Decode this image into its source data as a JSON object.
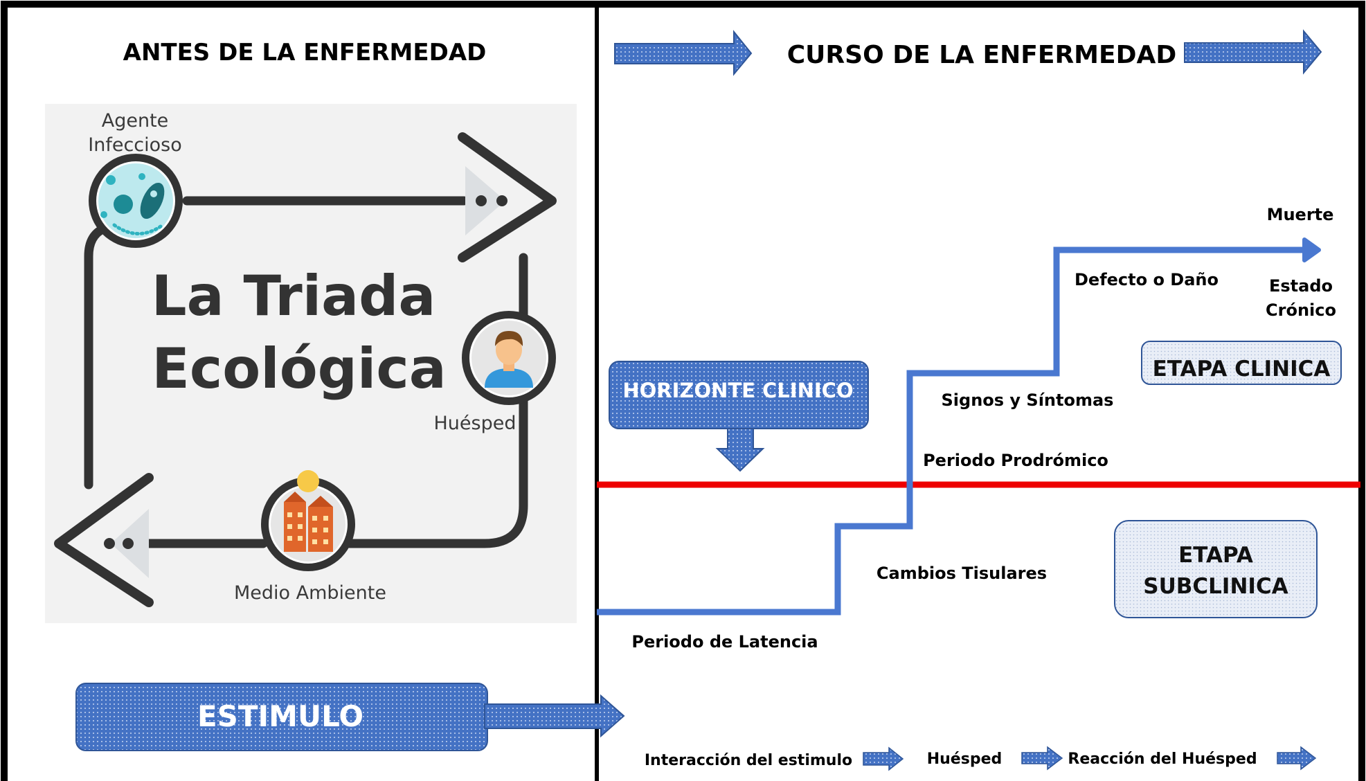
{
  "left_panel": {
    "heading": "ANTES DE LA ENFERMEDAD",
    "triad": {
      "title_line1": "La Triada",
      "title_line2": "Ecológica",
      "agent_line1": "Agente",
      "agent_line2": "Infeccioso",
      "host": "Huésped",
      "environment": "Medio Ambiente"
    },
    "stimulus_label": "ESTIMULO"
  },
  "right_panel": {
    "heading": "CURSO DE LA ENFERMEDAD",
    "horizon_label": "HORIZONTE CLINICO",
    "clinical_stage": "ETAPA CLINICA",
    "subclinical_stage_line1": "ETAPA",
    "subclinical_stage_line2": "SUBCLINICA",
    "steps": {
      "death": "Muerte",
      "damage": "Defecto o Daño",
      "chronic_line1": "Estado",
      "chronic_line2": "Crónico",
      "signs": "Signos y Síntomas",
      "prodromal": "Periodo Prodrómico",
      "tissue": "Cambios Tisulares",
      "latency": "Periodo de Latencia"
    },
    "flow": {
      "interaction": "Interacción del estimulo",
      "host": "Huésped",
      "reaction": "Reacción del Huésped"
    }
  },
  "colors": {
    "blue": "#4472c4",
    "line_blue": "#4a78d0",
    "horizon_red": "#ee0000",
    "triad_dark": "#333333",
    "teal": "#2fb3c0"
  }
}
